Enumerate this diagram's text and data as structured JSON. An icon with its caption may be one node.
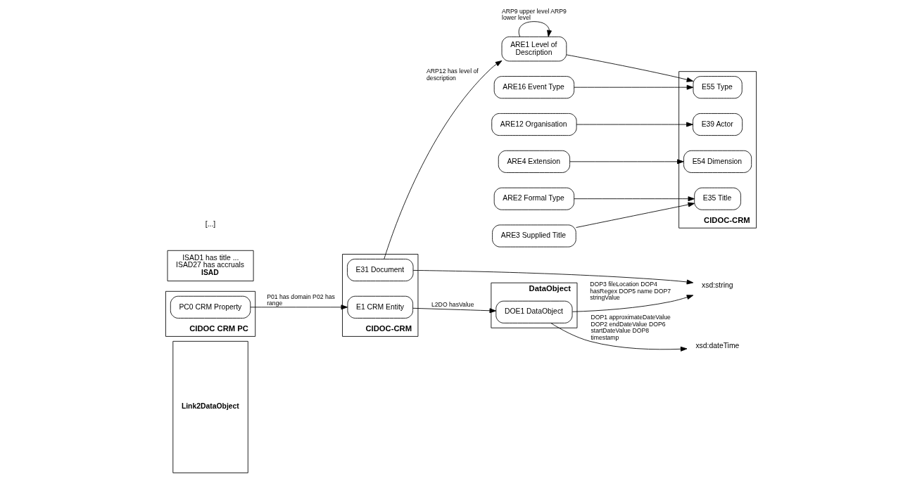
{
  "diagram": {
    "nodes": [
      {
        "text": [
          "Link2DataObject"
        ]
      },
      {
        "text": [
          "DataObject"
        ]
      },
      {
        "text": [
          "DOE1 DataObject"
        ],
        "in": 1
      },
      {
        "text": [
          "xsd:dateTime"
        ]
      },
      {
        "text": [
          "CIDOC-CRM"
        ]
      },
      {
        "text": [
          "E31 Document"
        ],
        "in": 4
      },
      {
        "text": [
          "E1 CRM Entity"
        ],
        "in": 4
      },
      {
        "text": [
          "ISAD1 has title ... ISAD27 has accruals",
          "ISAD"
        ]
      },
      {
        "text": [
          "xsd:string"
        ]
      },
      {
        "text": [
          "CIDOC CRM PC"
        ]
      },
      {
        "text": [
          "PC0 CRM Property"
        ],
        "in": 9
      },
      {
        "text": [
          "ARE4 Extension"
        ]
      },
      {
        "text": [
          "ARE3 Supplied Title"
        ]
      },
      {
        "text": [
          "ARE2 Formal Type"
        ]
      },
      {
        "text": [
          "CIDOC-CRM"
        ]
      },
      {
        "text": [
          "E54 Dimension"
        ],
        "in": 14
      },
      {
        "text": [
          "E55 Type"
        ],
        "in": 14
      },
      {
        "text": [
          "E35 Title"
        ],
        "in": 14
      },
      {
        "text": [
          "E39 Actor"
        ],
        "in": 14
      },
      {
        "text": [
          "ARE1 Level of Description"
        ]
      },
      {
        "text": [
          "ARE16 Event Type"
        ]
      },
      {
        "text": [
          "ARE12 Organisation"
        ]
      }
    ],
    "edges": [
      {
        "from": 6,
        "to": 2,
        "arrow": "to",
        "label": "L2DO hasValue"
      },
      {
        "from": 2,
        "to": 3,
        "arrow": "to",
        "label": "DOP1 approximateDateValue DOP2 endDateValue DOP6 startDateValue DOP8 timestamp"
      },
      {
        "from": 2,
        "to": 8,
        "arrow": "to",
        "label": "DOP3 fileLocation DOP4 hasRegex DOP5 name DOP7 stringValue"
      },
      {
        "from": 5,
        "to": 19,
        "arrow": "to",
        "label": "ARP12 has level of description"
      },
      {
        "from": 5,
        "to": 8,
        "arrow": "to"
      },
      {
        "from": 10,
        "to": 6,
        "arrow": "to",
        "label": "P01 has domain P02 has range"
      },
      {
        "from": 11,
        "to": 15,
        "arrow": "to"
      },
      {
        "from": 13,
        "to": 17,
        "arrow": "to"
      },
      {
        "from": 12,
        "to": 17,
        "arrow": "to"
      },
      {
        "from": 19,
        "to": 16,
        "arrow": "to"
      },
      {
        "from": 20,
        "to": 16,
        "arrow": "to"
      },
      {
        "from": 21,
        "to": 18,
        "arrow": "to"
      },
      {
        "from": 19,
        "to": 19,
        "arrow": "to",
        "label": "ARP9 upper level ARP9 lower level"
      }
    ],
    "labels": [
      "[...]"
    ]
  }
}
